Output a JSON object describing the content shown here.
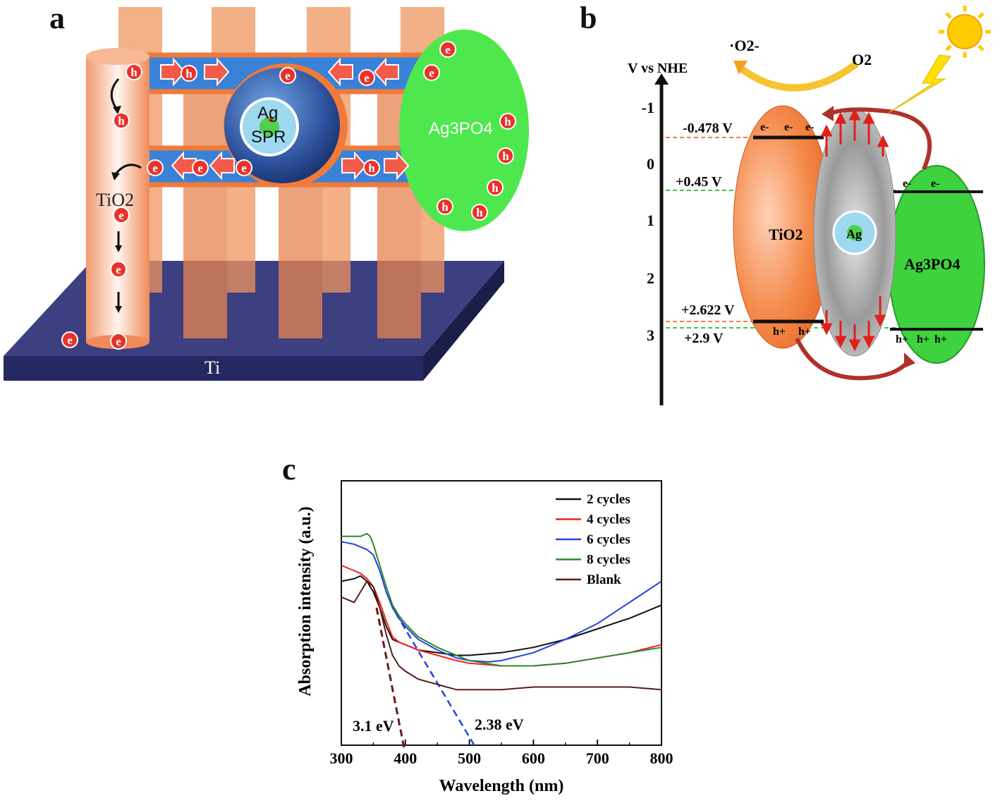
{
  "panel_a": {
    "label": "a",
    "ag_label": "Ag",
    "spr_label": "SPR",
    "ag3po4_label": "Ag3PO4",
    "tio2_label": "TiO2",
    "ti_label": "Ti",
    "electron": "e",
    "hole": "h"
  },
  "panel_b": {
    "label": "b",
    "axis_title": "V vs NHE",
    "ticks": [
      "-1",
      "0",
      "1",
      "2",
      "3"
    ],
    "levels": [
      "-0.478 V",
      "+0.45 V",
      "+2.622 V",
      "+2.9 V"
    ],
    "o2_radical": "·O2-",
    "o2": "O2",
    "tio2_label": "TiO2",
    "ag_label": "Ag",
    "ag3po4_label": "Ag3PO4",
    "e_minus": "e-",
    "h_plus": "h+",
    "colors": {
      "tio2": "#f07a3a",
      "ag3po4": "#3ed23e",
      "arrow": "#b0302a",
      "sun": "#ffcc00"
    }
  },
  "panel_c": {
    "label": "c",
    "annotations": [
      "3.1 eV",
      "2.38 eV"
    ]
  },
  "chart_data": {
    "type": "line",
    "xlabel": "Wavelength (nm)",
    "ylabel": "Absorption intensity (a.u.)",
    "xlim": [
      300,
      800
    ],
    "xticks": [
      "300",
      "400",
      "500",
      "600",
      "700",
      "800"
    ],
    "series": [
      {
        "name": "2 cycles",
        "color": "#111111",
        "x": [
          300,
          320,
          330,
          340,
          350,
          360,
          370,
          380,
          390,
          400,
          420,
          450,
          480,
          500,
          550,
          600,
          650,
          700,
          750,
          800
        ],
        "y": [
          0.62,
          0.63,
          0.64,
          0.62,
          0.58,
          0.52,
          0.45,
          0.4,
          0.39,
          0.38,
          0.36,
          0.35,
          0.34,
          0.34,
          0.35,
          0.37,
          0.4,
          0.44,
          0.48,
          0.53
        ]
      },
      {
        "name": "4 cycles",
        "color": "#ee2222",
        "x": [
          300,
          320,
          330,
          340,
          350,
          360,
          370,
          380,
          390,
          400,
          420,
          450,
          480,
          500,
          550,
          600,
          650,
          700,
          750,
          800
        ],
        "y": [
          0.68,
          0.66,
          0.65,
          0.63,
          0.6,
          0.54,
          0.47,
          0.41,
          0.39,
          0.38,
          0.36,
          0.34,
          0.32,
          0.31,
          0.3,
          0.3,
          0.31,
          0.33,
          0.35,
          0.38
        ]
      },
      {
        "name": "6 cycles",
        "color": "#2244dd",
        "x": [
          300,
          320,
          330,
          340,
          350,
          360,
          370,
          380,
          390,
          400,
          420,
          450,
          480,
          500,
          530,
          550,
          600,
          650,
          700,
          750,
          800
        ],
        "y": [
          0.77,
          0.76,
          0.75,
          0.74,
          0.72,
          0.66,
          0.58,
          0.52,
          0.48,
          0.45,
          0.4,
          0.36,
          0.33,
          0.32,
          0.315,
          0.32,
          0.35,
          0.4,
          0.46,
          0.54,
          0.62
        ]
      },
      {
        "name": "8 cycles",
        "color": "#2a8a2a",
        "x": [
          300,
          320,
          330,
          340,
          345,
          350,
          360,
          370,
          380,
          390,
          400,
          420,
          450,
          480,
          500,
          550,
          600,
          650,
          700,
          750,
          800
        ],
        "y": [
          0.79,
          0.79,
          0.79,
          0.8,
          0.79,
          0.76,
          0.68,
          0.6,
          0.53,
          0.49,
          0.46,
          0.41,
          0.37,
          0.34,
          0.32,
          0.3,
          0.3,
          0.31,
          0.33,
          0.35,
          0.37
        ]
      },
      {
        "name": "Blank",
        "color": "#5a1a1a",
        "x": [
          300,
          310,
          320,
          330,
          340,
          350,
          360,
          370,
          380,
          390,
          400,
          420,
          450,
          480,
          500,
          550,
          600,
          650,
          700,
          750,
          800
        ],
        "y": [
          0.56,
          0.55,
          0.54,
          0.58,
          0.62,
          0.6,
          0.52,
          0.42,
          0.34,
          0.3,
          0.28,
          0.25,
          0.23,
          0.21,
          0.21,
          0.21,
          0.22,
          0.22,
          0.22,
          0.22,
          0.21
        ]
      }
    ],
    "ylim": [
      0,
      1
    ],
    "legend": "top-right"
  }
}
